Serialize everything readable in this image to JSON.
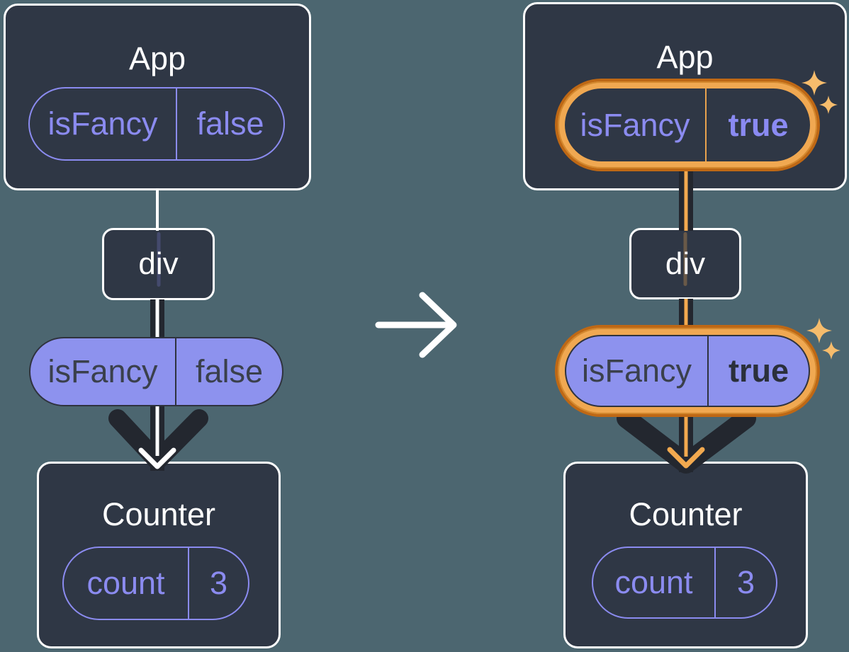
{
  "before": {
    "app": {
      "title": "App",
      "prop_name": "isFancy",
      "prop_value": "false"
    },
    "middle": {
      "label": "div"
    },
    "passed_prop": {
      "name": "isFancy",
      "value": "false"
    },
    "counter": {
      "title": "Counter",
      "state_name": "count",
      "state_value": "3"
    }
  },
  "after": {
    "app": {
      "title": "App",
      "prop_name": "isFancy",
      "prop_value": "true"
    },
    "middle": {
      "label": "div"
    },
    "passed_prop": {
      "name": "isFancy",
      "value": "true"
    },
    "counter": {
      "title": "Counter",
      "state_name": "count",
      "state_value": "3"
    }
  },
  "icons": {
    "transition": "arrow-right-icon",
    "prop_flow": "arrow-down-icon",
    "highlight": "sparkles-icon"
  },
  "colors": {
    "background": "#4C6670",
    "card_fill": "#2F3745",
    "card_border": "#FFFFFF",
    "purple_accent": "#8B8BF0",
    "purple_pill_fill": "#8D92EE",
    "dark_stroke": "#23272F",
    "orange_band": "#F0A851",
    "orange_dark": "#BE6815",
    "sparkle": "#F6BC6C"
  }
}
